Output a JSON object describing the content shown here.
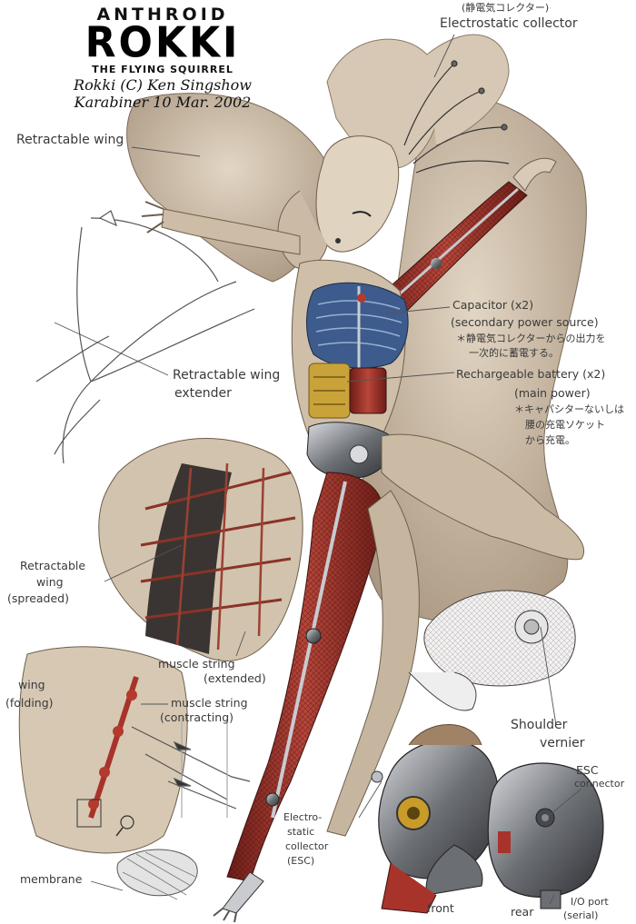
{
  "title": {
    "line1": "ANTHROID",
    "line2": "ROKKI",
    "line3": "THE FLYING SQUIRREL",
    "credit1": "Rokki (C) Ken Singshow",
    "credit2": "Karabiner 10 Mar. 2002"
  },
  "labels": {
    "esc_jp": "(静電気コレクター)",
    "esc_top": "Electrostatic collector",
    "retractable_wing": "Retractable wing",
    "wing_extender_1": "Retractable wing",
    "wing_extender_2": "extender",
    "capacitor_1": "Capacitor (x2)",
    "capacitor_2": "(secondary power source)",
    "capacitor_jp1": "＊静電気コレクターからの出力を",
    "capacitor_jp2": "一次的に蓄電する。",
    "battery_1": "Rechargeable battery (x2)",
    "battery_2": "(main power)",
    "battery_jp1": "＊キャパシターないしは",
    "battery_jp2": "腰の充電ソケット",
    "battery_jp3": "から充電。",
    "wing_spread_1": "Retractable",
    "wing_spread_2": "wing",
    "wing_spread_3": "(spreaded)",
    "muscle_ext_1": "muscle string",
    "muscle_ext_2": "(extended)",
    "wing_fold_1": "wing",
    "wing_fold_2": "(folding)",
    "muscle_con_1": "muscle string",
    "muscle_con_2": "(contracting)",
    "shoulder_1": "Shoulder",
    "shoulder_2": "vernier",
    "esc_conn_1": "ESC",
    "esc_conn_2": "connector",
    "esc_bottom_1": "Electro-",
    "esc_bottom_2": "static",
    "esc_bottom_3": "collector",
    "esc_bottom_4": "(ESC)",
    "membrane": "membrane",
    "front": "front",
    "rear": "rear",
    "io_1": "I/O port",
    "io_2": "(serial)"
  },
  "colors": {
    "fur": "#c9b8a1",
    "fur_dark": "#8c7a66",
    "muscle": "#a8332a",
    "metal": "#8a8d92",
    "blue": "#3d5b8c",
    "gold": "#c9a23a",
    "ink": "#333333"
  }
}
